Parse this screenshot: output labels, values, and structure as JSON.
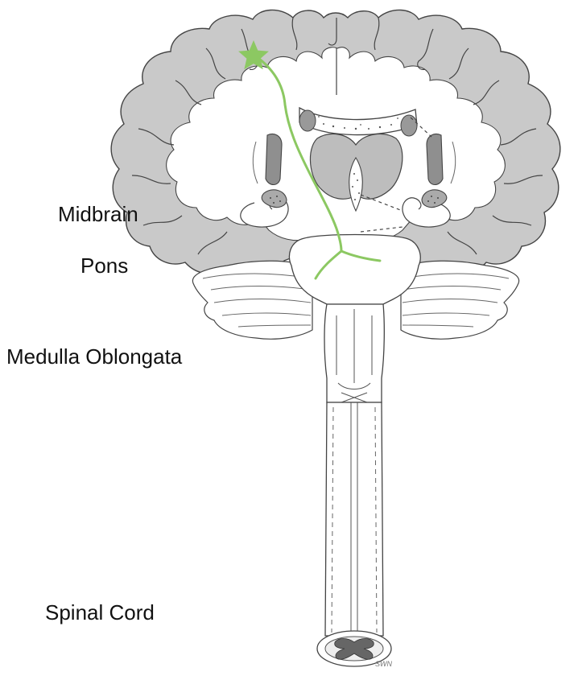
{
  "labels": {
    "midbrain": "Midbrain",
    "pons": "Pons",
    "medulla": "Medulla Oblongata",
    "spinal_cord": "Spinal Cord"
  },
  "artist_signature": "SWN",
  "colors": {
    "pathway": "#8cc862",
    "cortex_fill": "#c9c9c9",
    "white_matter": "#ffffff",
    "nuclei_fill": "#a4a4a4",
    "outline": "#444444",
    "label_text": "#111111"
  },
  "icons": {
    "origin_marker": "star-icon"
  }
}
